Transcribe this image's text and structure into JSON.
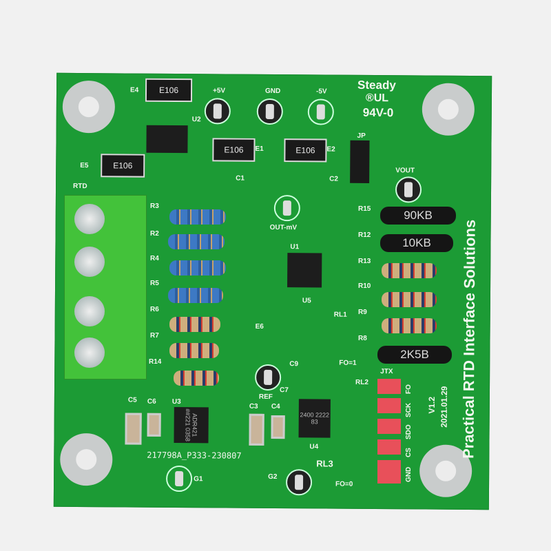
{
  "brand": {
    "line1": "Steady",
    "ul_mark": "®UL",
    "rating": "94V-0"
  },
  "board_title": "Practical RTD Interface Solutions",
  "version": "V1.2",
  "date": "2021.01.29",
  "part_number": "217798A_P333-230807",
  "labels": {
    "E4": "E4",
    "E5": "E5",
    "E1": "E1",
    "E2": "E2",
    "E6": "E6",
    "U1": "U1",
    "U2": "U2",
    "U3": "U3",
    "U4": "U4",
    "U5": "U5",
    "RTD": "RTD",
    "JP": "JP",
    "VOUT": "VOUT",
    "p5v": "+5V",
    "gnd": "GND",
    "m5v": "-5V",
    "C1": "C1",
    "C2": "C2",
    "C3": "C3",
    "C4": "C4",
    "C5": "C5",
    "C6": "C6",
    "C7": "C7",
    "C9": "C9",
    "outmv": "OUT-mV",
    "REF": "REF",
    "G1": "G1",
    "G2": "G2",
    "RL1": "RL1",
    "RL2": "RL2",
    "RL3": "RL3",
    "fo1": "FO=1",
    "fo0": "FO=0",
    "JTX": "JTX"
  },
  "resistors_left": [
    "R3",
    "R2",
    "R4",
    "R5",
    "R6",
    "R7",
    "R14"
  ],
  "resistors_right": [
    "R15",
    "R12",
    "R13",
    "R10",
    "R9",
    "R8"
  ],
  "diode_markings": {
    "r15": "90KB",
    "r12": "10KB",
    "r8": "2K5B"
  },
  "ferrite_marking": "E106",
  "chips": {
    "u3": "ADR421 ##221 0358",
    "u4": "2400 2222 83"
  },
  "jtx_pins": [
    "FO",
    "SCK",
    "SDO",
    "CS",
    "GND"
  ]
}
